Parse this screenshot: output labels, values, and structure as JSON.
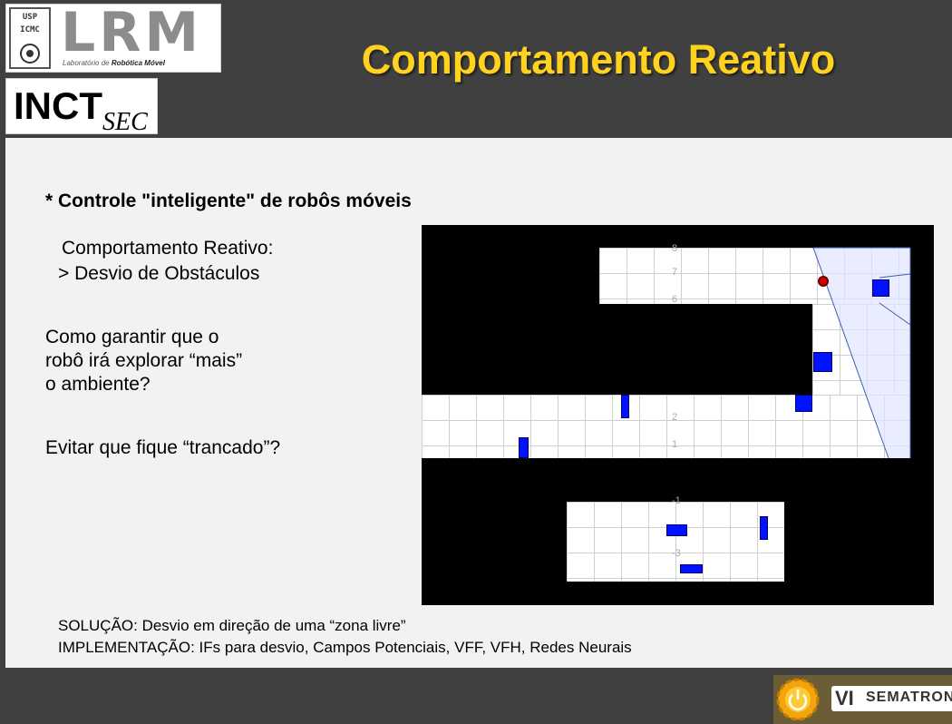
{
  "header": {
    "title": "Comportamento Reativo",
    "title_color": "#ffd21f",
    "logos": {
      "usp_badge": [
        "USP",
        "ICMC"
      ],
      "lrm_letters": "LRM",
      "lrm_subtitle_prefix": "Laboratório de ",
      "lrm_subtitle_bold": "Robótica Móvel",
      "inct_main": "INCT",
      "inct_sub": "SEC"
    }
  },
  "body": {
    "bullet": "* Controle \"inteligente\" de robôs móveis",
    "block1": [
      "Comportamento Reativo:",
      "> Desvio de Obstáculos"
    ],
    "block2": [
      "Como garantir que o",
      "robô irá explorar “mais”",
      "o ambiente?"
    ],
    "block3": "Evitar que fique “trancado”?"
  },
  "simulation": {
    "axis_labels": [
      "8",
      "7",
      "6",
      "2",
      "1",
      "-1",
      "-3"
    ],
    "colors": {
      "background": "#000000",
      "obstacle": "#0012ff",
      "robot": "#d40000",
      "sensor_cone": "#dfe6ff"
    }
  },
  "footer": {
    "line1": "SOLUÇÃO:   Desvio em direção de uma “zona livre”",
    "line2": "IMPLEMENTAÇÃO:   IFs  para desvio,  Campos Potenciais, VFF, VFH, Redes Neurais"
  },
  "badge": {
    "vi": "VI",
    "name": "SEMATRON"
  }
}
